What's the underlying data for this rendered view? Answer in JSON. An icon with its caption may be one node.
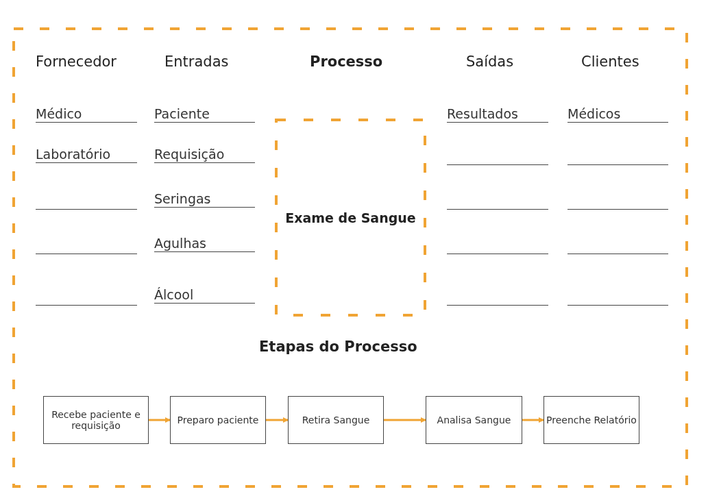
{
  "diagram": {
    "nodes": [
      {
        "text": [
          "Exame de Sangue"
        ]
      },
      {
        "text": [
          "Recebe paciente e requisição"
        ]
      },
      {
        "text": [
          "Preparo paciente"
        ]
      },
      {
        "text": [
          "Retira Sangue"
        ]
      },
      {
        "text": [
          "Analisa Sangue"
        ]
      },
      {
        "text": [
          "Preenche Relatório"
        ]
      }
    ],
    "edges": [
      {
        "from": 1,
        "to": 2,
        "arrow": "to"
      },
      {
        "from": 2,
        "to": 3,
        "arrow": "to"
      },
      {
        "from": 3,
        "to": 4,
        "arrow": "to"
      },
      {
        "from": 4,
        "to": 5,
        "arrow": "to"
      }
    ],
    "labels": [
      "Fornecedor",
      "Entradas",
      "Processo",
      "Saídas",
      "Clientes",
      "Médico",
      "Paciente",
      "Resultados",
      "Médicos",
      "Laboratório",
      "Requisição",
      "Seringas",
      "Agulhas",
      "Álcool",
      "Etapas do Processo"
    ]
  }
}
